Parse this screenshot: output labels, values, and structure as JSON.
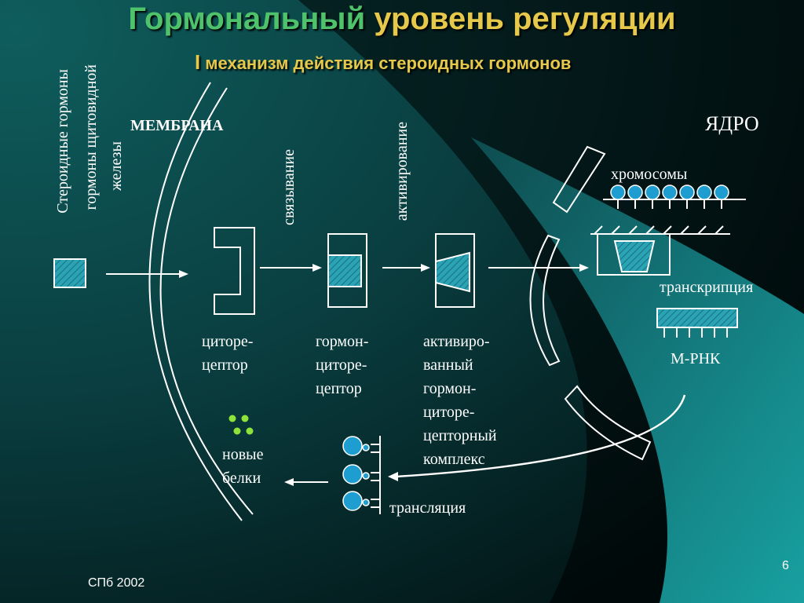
{
  "slide": {
    "title_part1": "Гормональный",
    "title_part2": "уровень регуляции",
    "subtitle_roman": "I",
    "subtitle_text": "механизм действия стероидных гормонов",
    "footer": "СПб 2002",
    "page_number": "6"
  },
  "diagram": {
    "side_label_line1": "Стероидные гормоны",
    "side_label_line2": "гормоны щитовидной",
    "side_label_line3": "железы",
    "membrane_label": "МЕМБРАНА",
    "nucleus_label": "ЯДРО",
    "binding_label": "связывание",
    "activation_label": "активирование",
    "receptor_label": [
      "циторе-",
      "цептор"
    ],
    "hormone_receptor_label": [
      "гормон-",
      "циторе-",
      "цептор"
    ],
    "activated_complex_label": [
      "активиро-",
      "ванный",
      "гормон-",
      "циторе-",
      "цепторный",
      "комплекс"
    ],
    "chromosomes_label": "хромосомы",
    "transcription_label": "транскрипция",
    "mrna_label": "М-РНК",
    "new_proteins_label": [
      "новые",
      "белки"
    ],
    "translation_label": "трансляция"
  },
  "colors": {
    "hatch_fill": "#2aa3b5",
    "bead_fill": "#1e9ed0",
    "dot_fill": "#8ee33a",
    "title_green": "#4fc36b",
    "title_gold": "#e6c84a"
  }
}
